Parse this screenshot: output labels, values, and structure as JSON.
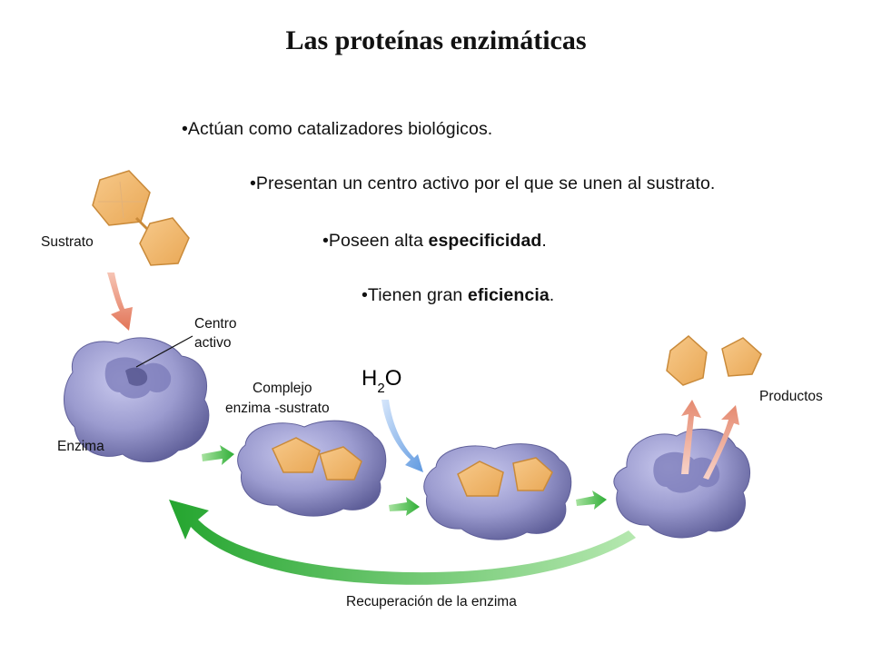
{
  "title": "Las proteínas enzimáticas",
  "bullets": [
    {
      "pre": "•Actúan como catalizadores biológicos.",
      "bold": "",
      "post": ""
    },
    {
      "pre": "•Presentan un centro activo por el que se unen al sustrato.",
      "bold": "",
      "post": ""
    },
    {
      "pre": "•Poseen alta ",
      "bold": "especificidad",
      "post": "."
    },
    {
      "pre": "•Tienen gran ",
      "bold": "eficiencia",
      "post": "."
    }
  ],
  "diagram": {
    "substrate_label": "Sustrato",
    "active_site_label": [
      "Centro",
      "activo"
    ],
    "enzyme_label": "Enzima",
    "complex_label": [
      "Complejo",
      "enzima -sustrato"
    ],
    "water": {
      "main": "H",
      "sub": "2",
      "end": "O"
    },
    "products_label": "Productos",
    "recovery_label": "Recuperación de la enzima",
    "colors": {
      "enzyme": "#9b9bcf",
      "enzyme_dark": "#5f5f99",
      "substrate": "#f2b769",
      "substrate_edge": "#c98a3a",
      "green_arrow": "#3db83d",
      "blue_arrow": "#7fb0e8",
      "red_arrow": "#e9876f"
    }
  }
}
